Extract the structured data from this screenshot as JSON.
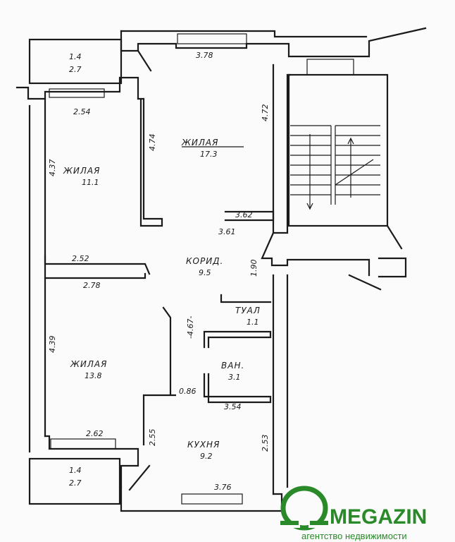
{
  "rooms": {
    "balcony_top": {
      "dim": "1.4",
      "area": "2.7"
    },
    "living_main": {
      "name": "ЖИЛАЯ",
      "area": "17.3"
    },
    "living_left": {
      "name": "ЖИЛАЯ",
      "area": "11.1"
    },
    "corridor": {
      "name": "КОРИД.",
      "area": "9.5"
    },
    "toilet": {
      "name": "ТУАЛ",
      "area": "1.1"
    },
    "living_lower": {
      "name": "ЖИЛАЯ",
      "area": "13.8"
    },
    "bath": {
      "name": "ВАН.",
      "area": "3.1"
    },
    "kitchen": {
      "name": "КУХНЯ",
      "area": "9.2"
    },
    "balcony_bottom": {
      "dim": "1.4",
      "area": "2.7"
    }
  },
  "dimensions": {
    "d_378": "3.78",
    "d_472": "4.72",
    "d_254": "2.54",
    "d_474": "4.74",
    "d_437": "4.37",
    "d_362": "3.62",
    "d_361": "3.61",
    "d_252": "2.52",
    "d_190": "1.90",
    "d_278": "2.78",
    "d_467": "-4.67-",
    "d_439": "4.39",
    "d_086": "0.86",
    "d_354": "3.54",
    "d_262": "2.62",
    "d_255": "2.55",
    "d_253": "2.53",
    "d_376": "3.76"
  },
  "logo": {
    "brand": "MEGAZIN",
    "subtitle": "агентство недвижимости",
    "color": "#2a8a2a"
  }
}
